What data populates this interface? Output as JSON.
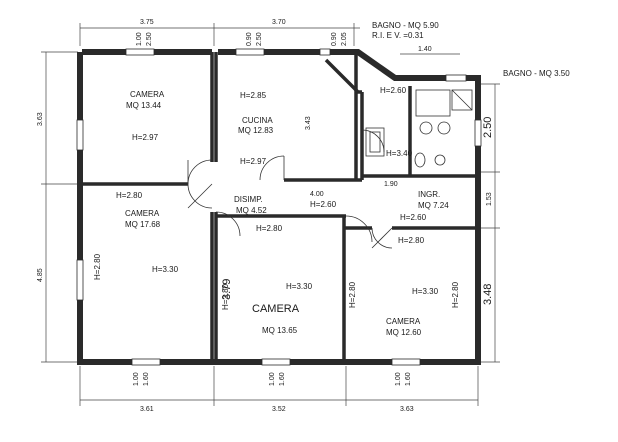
{
  "rooms": {
    "camera1": {
      "name": "CAMERA",
      "area": "MQ 13.44",
      "height": "H=2.97"
    },
    "cucina": {
      "name": "CUCINA",
      "area": "MQ 12.83",
      "height_top": "H=2.85",
      "height": "H=2.97"
    },
    "bagno1": {
      "name": "BAGNO - MQ 5.90",
      "riev": "R.I. E V. =0.31",
      "height": "H=2.60",
      "height2": "H=3.40"
    },
    "bagno2": {
      "name": "BAGNO - MQ 3.50"
    },
    "camera2": {
      "name": "CAMERA",
      "area": "MQ 17.68",
      "height": "H=3.30",
      "height_top": "H=2.80",
      "height_side": "H=2.80"
    },
    "disimp": {
      "name": "DISIMP.",
      "area": "MQ 4.52",
      "height": "H=2.60"
    },
    "ingr": {
      "name": "INGR.",
      "area": "MQ 7.24",
      "height": "H=2.60"
    },
    "camera3": {
      "name": "CAMERA",
      "area": "MQ 13.65",
      "height": "H=3.30",
      "height_top": "H=2.80",
      "height_side": "H=2.80"
    },
    "camera4": {
      "name": "CAMERA",
      "area": "MQ 12.60",
      "height": "H=3.30",
      "height_top": "H=2.80",
      "height_left": "H=2.80",
      "height_right": "H=2.80"
    }
  },
  "dims": {
    "top": [
      "3.75",
      "3.70",
      "1.40"
    ],
    "bottom": [
      "3.61",
      "3.52",
      "3.63"
    ],
    "left": [
      "3.63",
      "4.85"
    ],
    "right": [
      "2.50",
      "1.53",
      "3.48"
    ],
    "interior": [
      "3.43",
      "4.00",
      "1.90",
      "3.79"
    ],
    "windows_top": [
      "1.00",
      "2.50",
      "0.90",
      "2.50",
      "0.90",
      "2.05"
    ],
    "windows_bottom": [
      "1.00",
      "1.60",
      "1.00",
      "1.60",
      "1.00",
      "1.60"
    ]
  }
}
